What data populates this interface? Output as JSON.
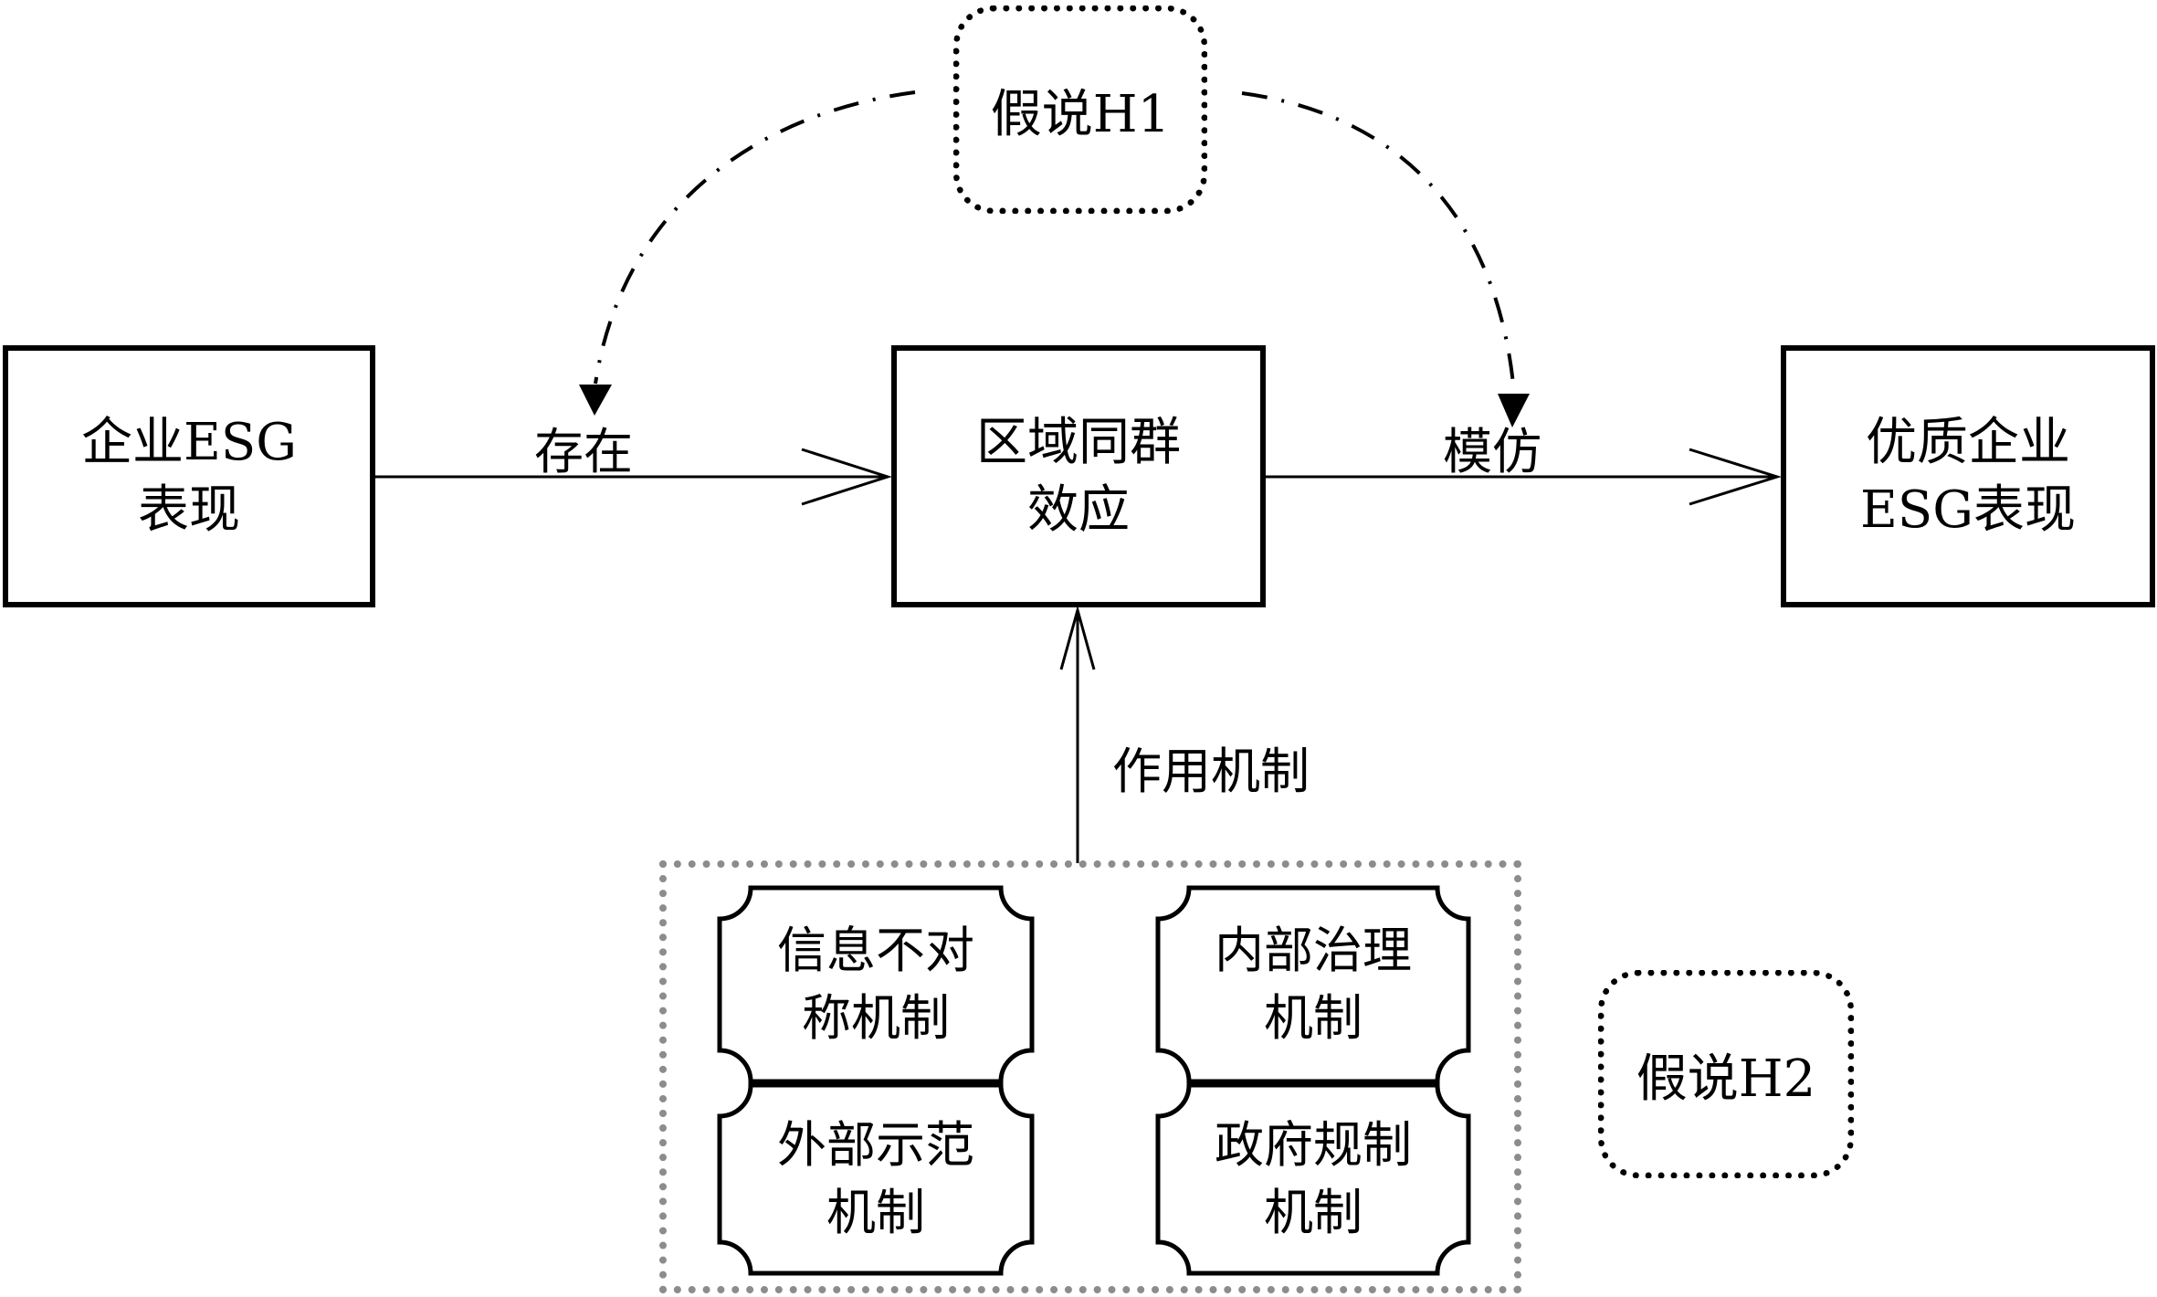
{
  "diagram": {
    "nodes": {
      "firm_esg": {
        "label": "企业ESG\n表现"
      },
      "peer_effect": {
        "label": "区域同群\n效应"
      },
      "quality_firm_esg": {
        "label": "优质企业\nESG表现"
      }
    },
    "hypotheses": {
      "h1": {
        "label": "假说H1"
      },
      "h2": {
        "label": "假说H2"
      }
    },
    "edges": {
      "exist": {
        "label": "存在",
        "from": "firm_esg",
        "to": "peer_effect"
      },
      "imitate": {
        "label": "模仿",
        "from": "peer_effect",
        "to": "quality_firm_esg"
      },
      "mechanism": {
        "label": "作用机制",
        "from": "mechanisms_group",
        "to": "peer_effect"
      }
    },
    "mechanisms": [
      {
        "label": "信息不对\n称机制"
      },
      {
        "label": "内部治理\n机制"
      },
      {
        "label": "外部示范\n机制"
      },
      {
        "label": "政府规制\n机制"
      }
    ],
    "colors": {
      "line": "#000000",
      "group_border": "#8c8c8c",
      "background": "#ffffff"
    }
  }
}
